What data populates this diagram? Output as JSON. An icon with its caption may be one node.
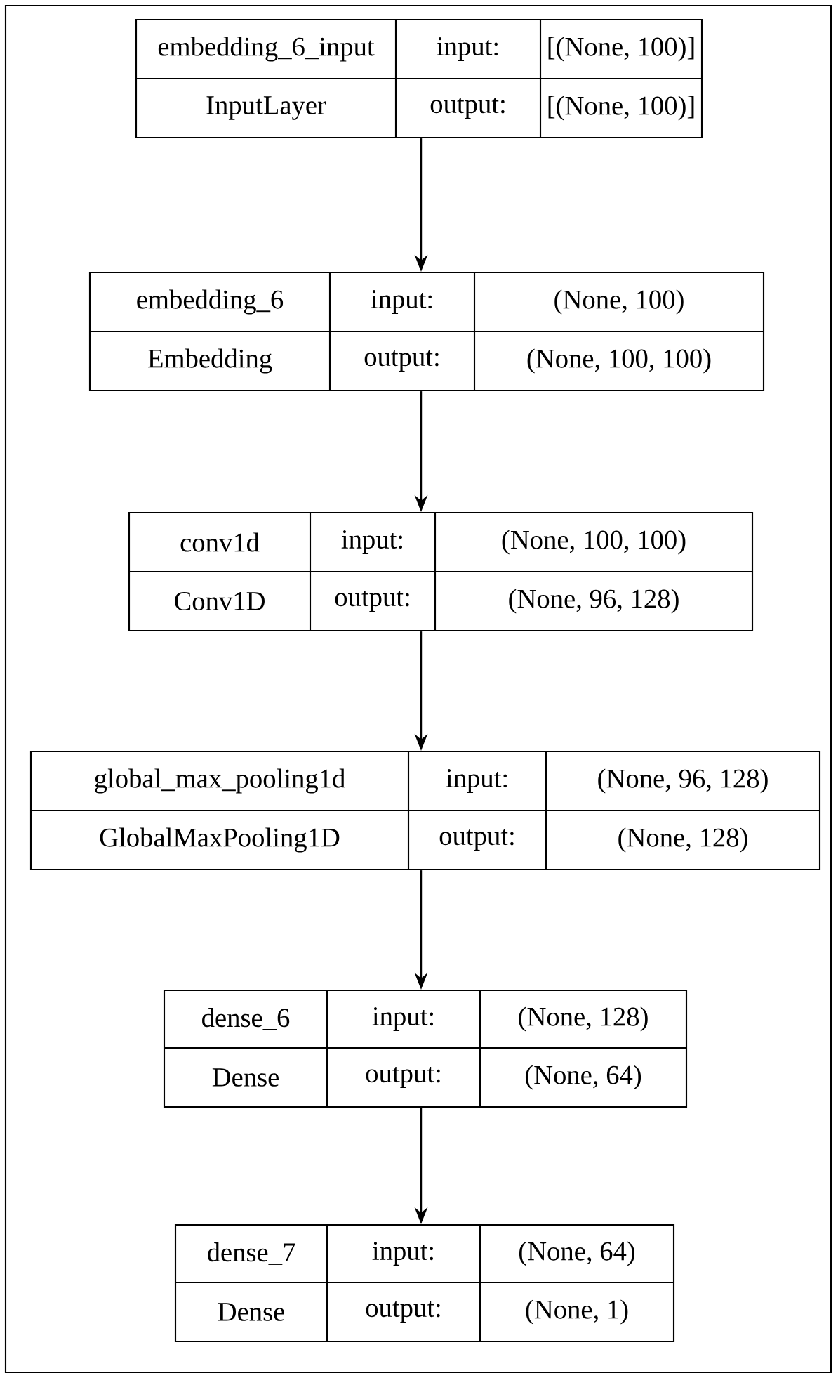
{
  "diagram": {
    "nodes": [
      {
        "text": [
          "embedding_6_input",
          "input:",
          "[(None, 100)]",
          "InputLayer",
          "output:",
          "[(None, 100)]"
        ]
      },
      {
        "text": [
          "embedding_6",
          "input:",
          "(None, 100)",
          "Embedding",
          "output:",
          "(None, 100, 100)"
        ]
      },
      {
        "text": [
          "conv1d",
          "input:",
          "(None, 100, 100)",
          "Conv1D",
          "output:",
          "(None, 96, 128)"
        ]
      },
      {
        "text": [
          "global_max_pooling1d",
          "input:",
          "(None, 96, 128)",
          "GlobalMaxPooling1D",
          "output:",
          "(None, 128)"
        ]
      },
      {
        "text": [
          "dense_6",
          "input:",
          "(None, 128)",
          "Dense",
          "output:",
          "(None, 64)"
        ]
      },
      {
        "text": [
          "dense_7",
          "input:",
          "(None, 64)",
          "Dense",
          "output:",
          "(None, 1)"
        ]
      }
    ],
    "edges": [
      {
        "from": 0,
        "to": 1,
        "arrow": "to"
      },
      {
        "from": 1,
        "to": 2,
        "arrow": "to"
      },
      {
        "from": 2,
        "to": 3,
        "arrow": "to"
      },
      {
        "from": 3,
        "to": 4,
        "arrow": "to"
      },
      {
        "from": 4,
        "to": 5,
        "arrow": "to"
      }
    ]
  }
}
